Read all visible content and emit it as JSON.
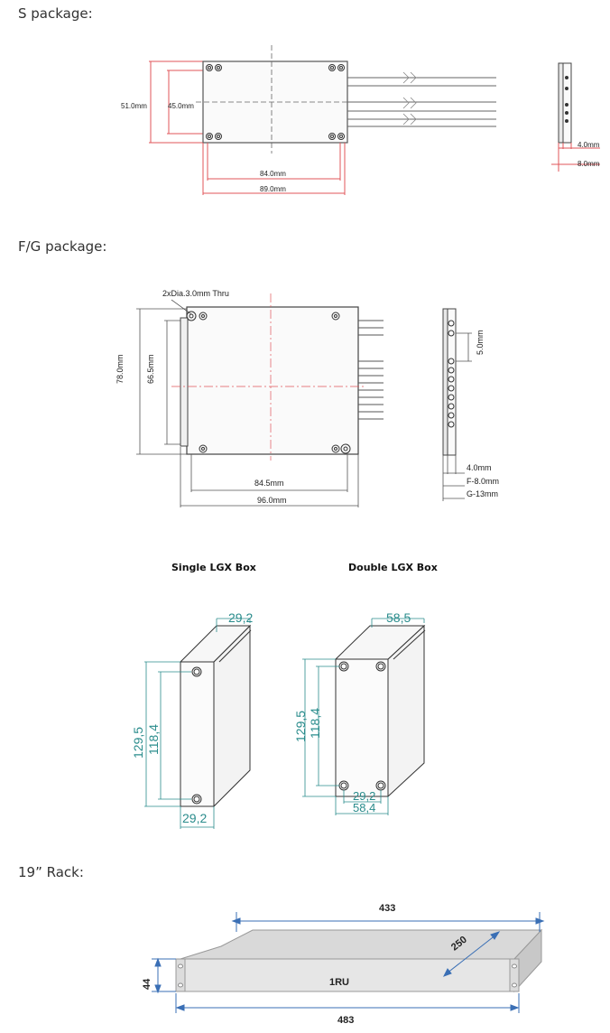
{
  "sections": {
    "s": {
      "title": "S package:"
    },
    "fg": {
      "title": "F/G package:"
    },
    "lgx": {
      "single_title": "Single LGX Box",
      "double_title": "Double LGX Box"
    },
    "rack": {
      "title": "19” Rack:"
    }
  },
  "s_package": {
    "outer_height": "51.0mm",
    "inner_height": "45.0mm",
    "inner_width": "84.0mm",
    "outer_width": "89.0mm",
    "side_inner": "4.0mm",
    "side_outer": "8.0mm"
  },
  "fg_package": {
    "hole_note": "2xDia.3.0mm Thru",
    "outer_height": "78.0mm",
    "inner_height": "66.5mm",
    "inner_width": "84.5mm",
    "outer_width": "96.0mm",
    "pitch": "5.0mm",
    "side_inner": "4.0mm",
    "side_f": "F-8.0mm",
    "side_g": "G-13mm"
  },
  "single_lgx": {
    "depth": "29,2",
    "outer_height": "129,5",
    "inner_height": "118,4",
    "width": "29,2"
  },
  "double_lgx": {
    "depth": "58,5",
    "outer_height": "129,5",
    "inner_height": "118,4",
    "inner_width": "29,2",
    "outer_width": "58,4"
  },
  "rack": {
    "depth_width": "433",
    "depth": "250",
    "height": "44",
    "label": "1RU",
    "width": "483"
  },
  "colors": {
    "dim_red": "#e0565a",
    "dim_teal": "#2a8c8c",
    "dim_blue": "#3a6fb5",
    "line": "#333333"
  }
}
